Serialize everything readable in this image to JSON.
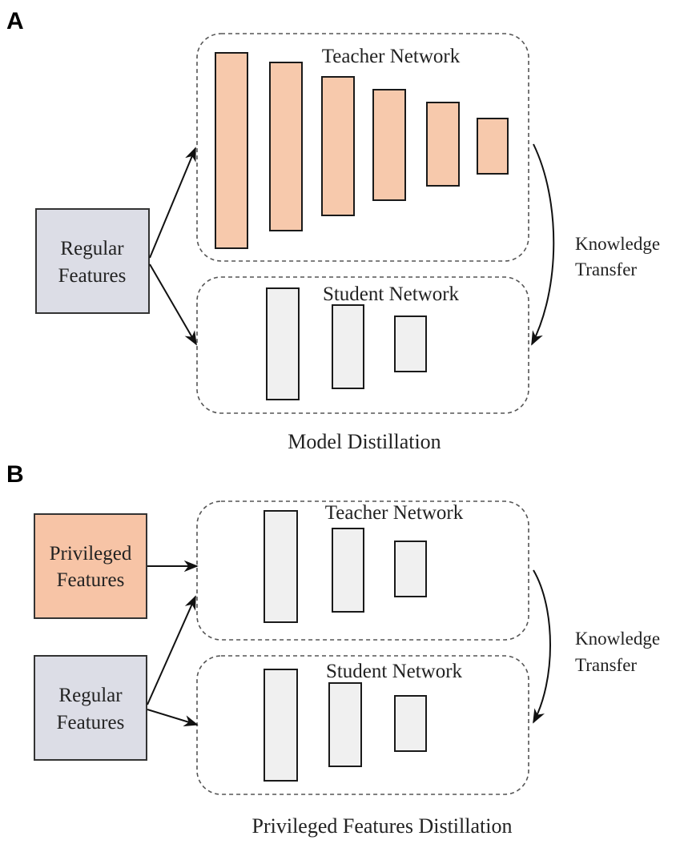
{
  "panel_a": {
    "letter": "A",
    "teacher_title": "Teacher Network",
    "student_title": "Student Network",
    "input_line1": "Regular",
    "input_line2": "Features",
    "transfer_line1": "Knowledge",
    "transfer_line2": "Transfer",
    "caption": "Model Distillation",
    "teacher_layers": 6,
    "student_layers": 3
  },
  "panel_b": {
    "letter": "B",
    "teacher_title": "Teacher Network",
    "student_title": "Student Network",
    "privileged_line1": "Privileged",
    "privileged_line2": "Features",
    "regular_line1": "Regular",
    "regular_line2": "Features",
    "transfer_line1": "Knowledge",
    "transfer_line2": "Transfer",
    "caption": "Privileged Features Distillation",
    "teacher_layers": 3,
    "student_layers": 3
  },
  "colors": {
    "teacher_layer_orange": "#f7c9ac",
    "layer_gray": "#f0f0f0",
    "regular_features": "#dcdde6",
    "privileged_features": "#f7c4a6"
  }
}
